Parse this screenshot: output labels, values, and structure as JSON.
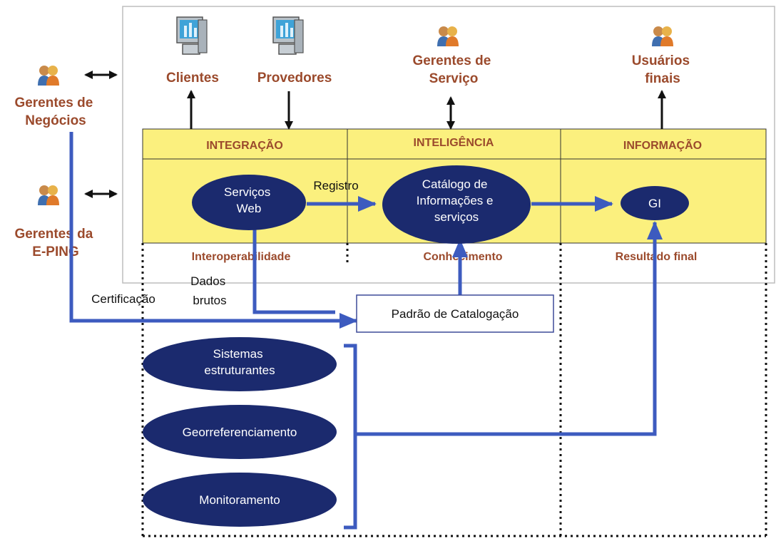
{
  "actors": {
    "gerentes_negocios": [
      "Gerentes de",
      "Negócios"
    ],
    "gerentes_eping": [
      "Gerentes da",
      "E-PING"
    ],
    "clientes": "Clientes",
    "provedores": "Provedores",
    "gerentes_servico": [
      "Gerentes de",
      "Serviço"
    ],
    "usuarios_finais": [
      "Usuários",
      "finais"
    ]
  },
  "columns": {
    "integracao": "INTEGRAÇÃO",
    "inteligencia": "INTELIGÊNCIA",
    "informacao": "INFORMAÇÃO"
  },
  "column_footers": {
    "integracao": "Interoperabilidade",
    "inteligencia": "Conhecimento",
    "informacao": "Resultado final"
  },
  "nodes": {
    "servicos_web": [
      "Serviços",
      "Web"
    ],
    "catalogo": [
      "Catálogo de",
      "Informações e",
      "serviços"
    ],
    "gi": "GI",
    "padrao": "Padrão de Catalogação",
    "sistemas": [
      "Sistemas",
      "estruturantes"
    ],
    "georreferenciamento": "Georreferenciamento",
    "monitoramento": "Monitoramento"
  },
  "edge_labels": {
    "registro": "Registro",
    "certificacao": "Certificação",
    "dados_brutos": [
      "Dados",
      "brutos"
    ]
  },
  "colors": {
    "yellow": "#fbf07e",
    "navy": "#1b2a6e",
    "blue_arrow": "#3d5bbf",
    "brown_text": "#9b4a2c"
  }
}
